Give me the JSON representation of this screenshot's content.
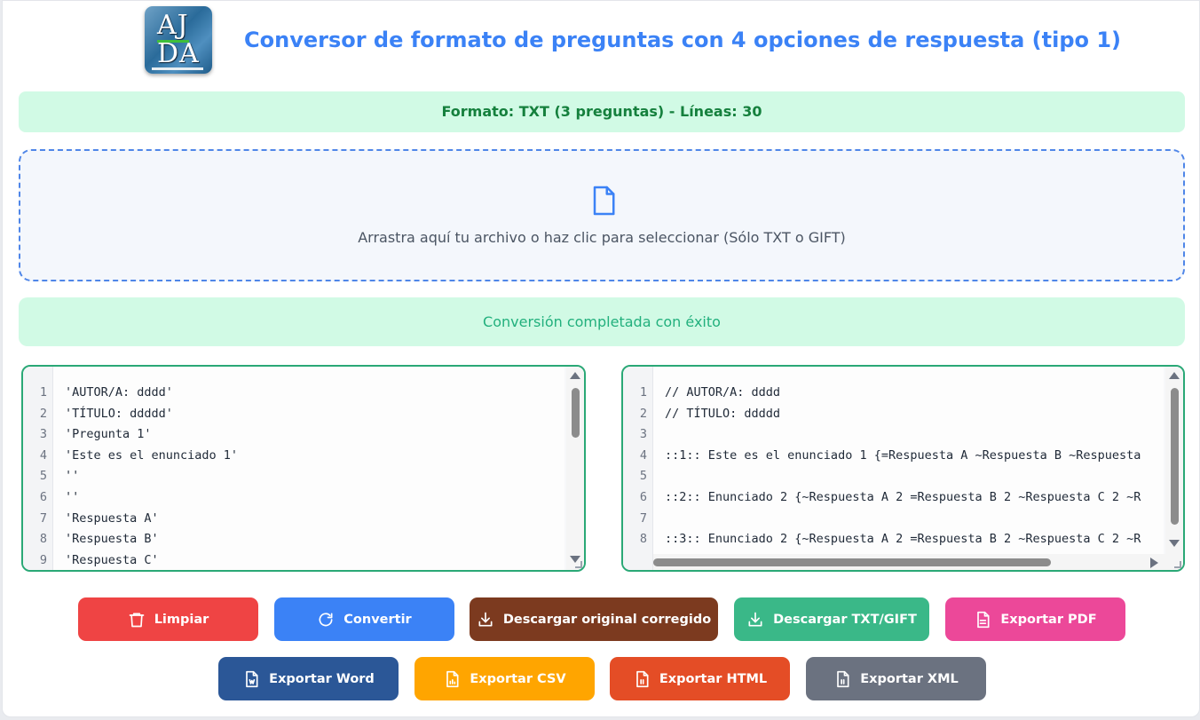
{
  "header": {
    "logo_text": "AJ DA",
    "title": "Conversor de formato de preguntas con 4 opciones de respuesta (tipo 1)"
  },
  "format_status": "Formato: TXT (3 preguntas) - Líneas: 30",
  "dropzone": {
    "icon": "file-icon",
    "text": "Arrastra aquí tu archivo o haz clic para seleccionar (Sólo TXT o GIFT)"
  },
  "success_message": "Conversión completada con éxito",
  "input_editor": {
    "line_numbers": [
      "1",
      "2",
      "3",
      "4",
      "5",
      "6",
      "7",
      "8",
      "9"
    ],
    "lines": [
      "'AUTOR/A: dddd'",
      "'TÍTULO: ddddd'",
      "'Pregunta 1'",
      "'Este es el enunciado 1'",
      "''",
      "''",
      "'Respuesta A'",
      "'Respuesta B'",
      "'Respuesta C'"
    ]
  },
  "output_editor": {
    "line_numbers": [
      "1",
      "2",
      "3",
      "4",
      "5",
      "6",
      "7",
      "8"
    ],
    "lines": [
      "// AUTOR/A: dddd",
      "// TÍTULO: ddddd",
      "",
      "::1:: Este es el enunciado 1 {=Respuesta A ~Respuesta B ~Respuesta",
      "",
      "::2:: Enunciado 2 {~Respuesta A 2 =Respuesta B 2 ~Respuesta C 2 ~R",
      "",
      "::3:: Enunciado 2 {~Respuesta A 2 =Respuesta B 2 ~Respuesta C 2 ~R"
    ]
  },
  "buttons": {
    "limpiar": {
      "label": "Limpiar",
      "color": "#ef4444",
      "icon": "trash-icon"
    },
    "convertir": {
      "label": "Convertir",
      "color": "#3b82f6",
      "icon": "refresh-icon"
    },
    "descargar_original": {
      "label": "Descargar original corregido",
      "color": "#7c3a1f",
      "icon": "download-icon"
    },
    "descargar_txt": {
      "label": "Descargar TXT/GIFT",
      "color": "#3ab888",
      "icon": "download-icon"
    },
    "exportar_pdf": {
      "label": "Exportar PDF",
      "color": "#ec4899",
      "icon": "document-icon"
    },
    "exportar_word": {
      "label": "Exportar Word",
      "color": "#2b5797",
      "icon": "word-file-icon"
    },
    "exportar_csv": {
      "label": "Exportar CSV",
      "color": "#ffa500",
      "icon": "csv-file-icon"
    },
    "exportar_html": {
      "label": "Exportar HTML",
      "color": "#e44d26",
      "icon": "html-file-icon"
    },
    "exportar_xml": {
      "label": "Exportar XML",
      "color": "#6b7280",
      "icon": "xml-file-icon"
    }
  }
}
